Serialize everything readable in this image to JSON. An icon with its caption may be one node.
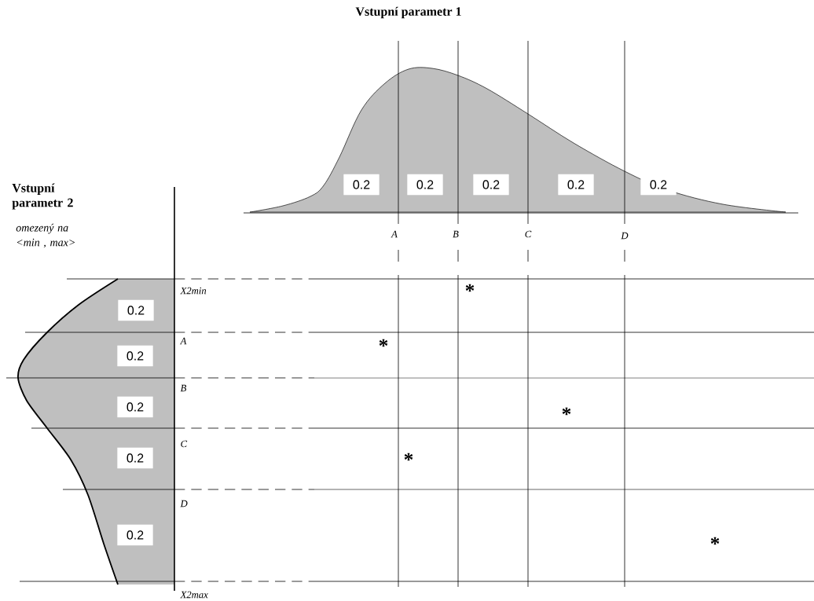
{
  "diagram": {
    "title": "Vstupní parametr 1",
    "labels": [
      "Vstupní parametr 2",
      "0.2",
      "0.2",
      "0.2",
      "0.2",
      "0.2",
      "omezený na <min , max>",
      "A",
      "B",
      "C",
      "D",
      "0.2",
      "X2min",
      "*",
      "0.2",
      "A",
      "*",
      "0.2",
      "B",
      "*",
      "0.2",
      "C",
      "*",
      "0.2",
      "D",
      "*",
      "X2max"
    ]
  }
}
